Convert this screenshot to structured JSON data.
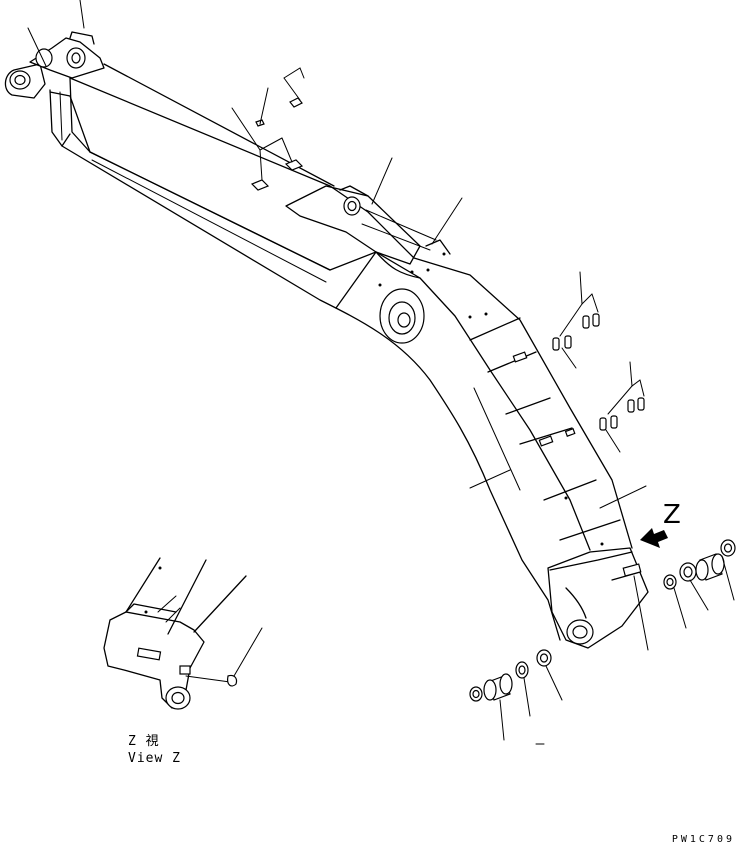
{
  "view_caption_jp": "Z 視",
  "view_caption_en": "View Z",
  "view_marker": "Z",
  "drawing_code": "PW1C709",
  "colors": {
    "ink": "#000000",
    "paper": "#ffffff"
  }
}
